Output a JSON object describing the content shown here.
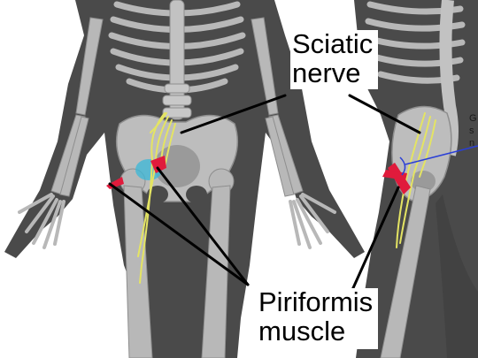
{
  "labels": {
    "sciatic_line1": "Sciatic",
    "sciatic_line2": "nerve",
    "piriformis_line1": "Piriformis",
    "piriformis_line2": "muscle",
    "cut_line1": "G",
    "cut_line2": "s",
    "cut_line3": "n"
  },
  "colors": {
    "body": "#4a4a4a",
    "bone": "#b8b8b8",
    "bone_outline": "#8e8e8e",
    "nerve": "#e4e463",
    "muscle": "#e01b3c",
    "highlight": "#3ab8d8",
    "pointer": "#000000",
    "bracket": "#2a3fd6"
  }
}
